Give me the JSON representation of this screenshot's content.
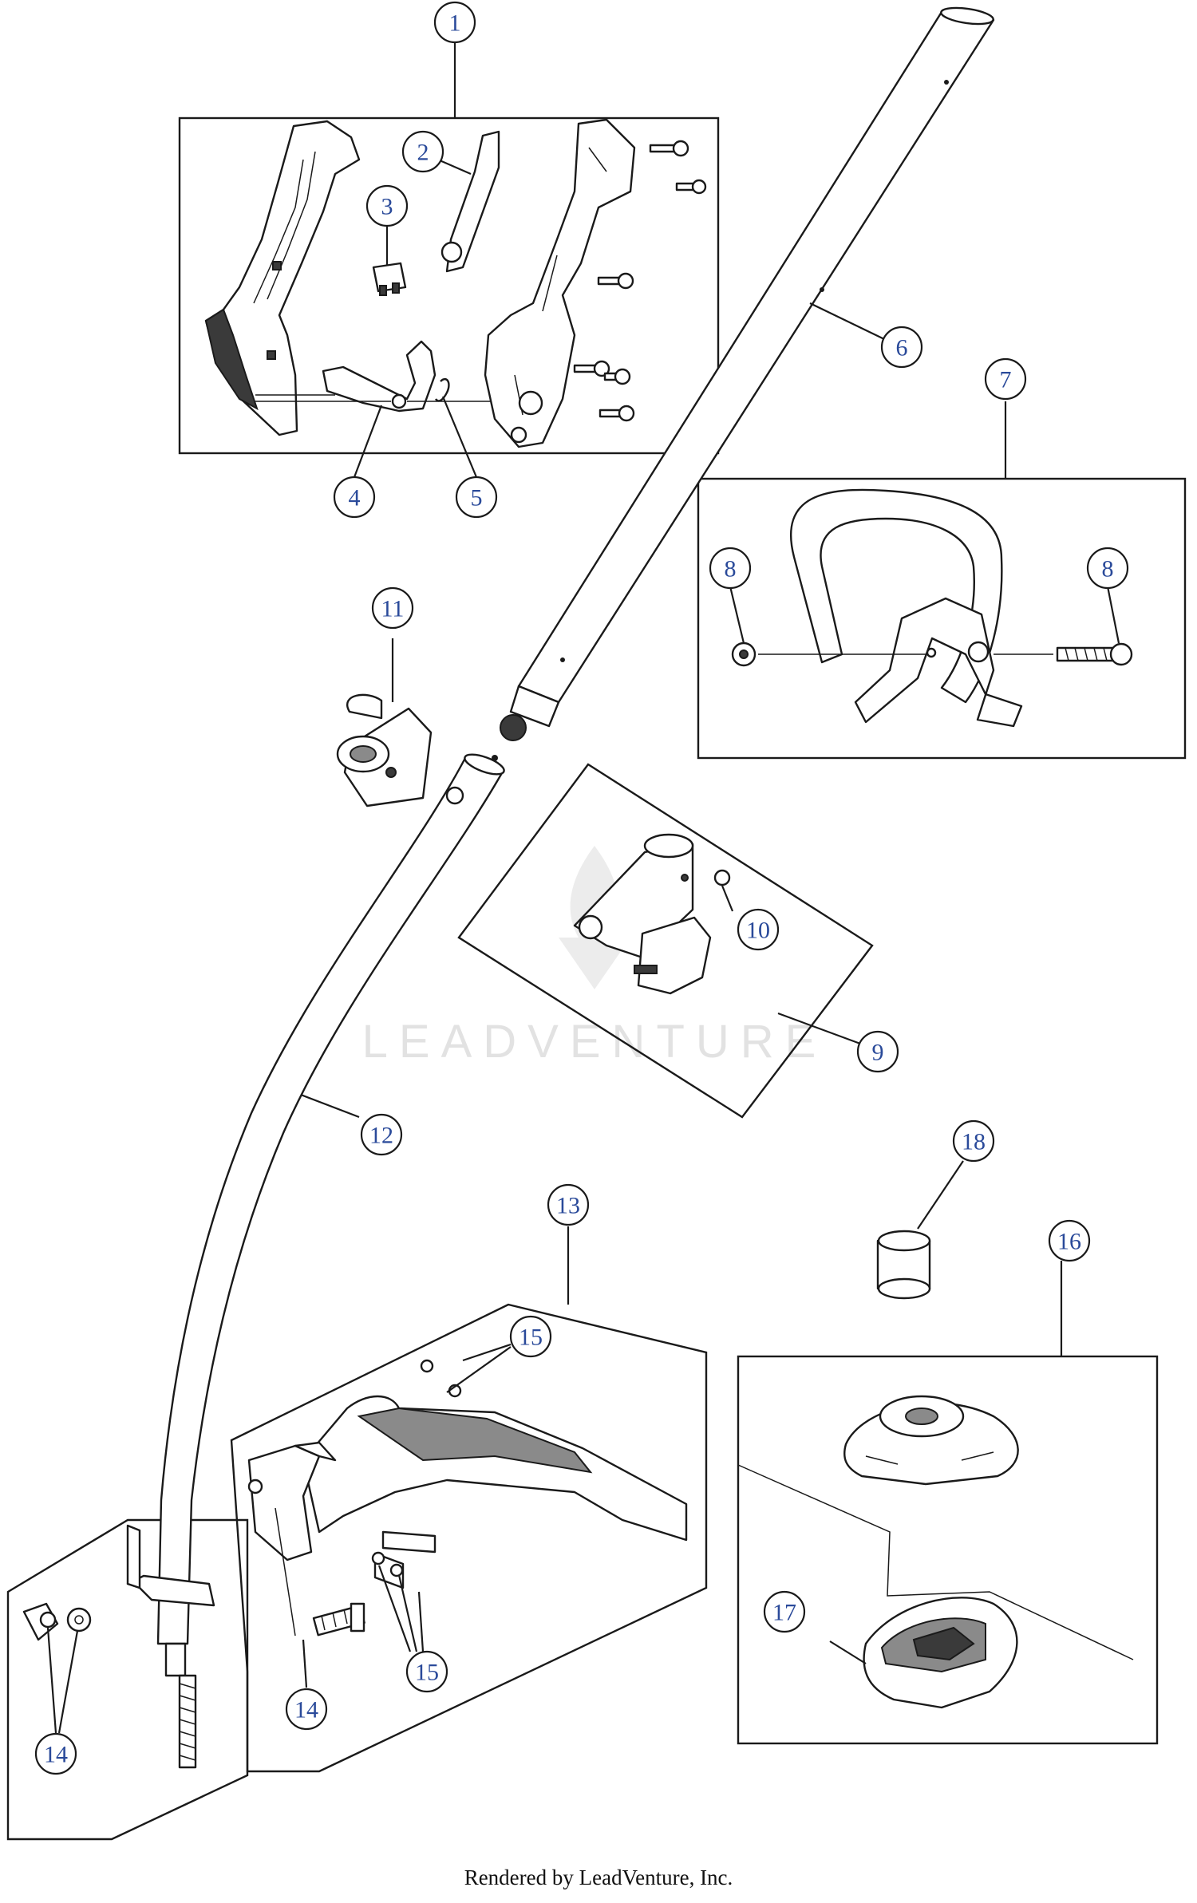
{
  "watermark_text": "LEADVENTURE",
  "footer_text": "Rendered by LeadVenture, Inc.",
  "callouts": [
    "1",
    "2",
    "3",
    "4",
    "5",
    "6",
    "7",
    "8",
    "8",
    "9",
    "10",
    "11",
    "12",
    "13",
    "14",
    "14",
    "15",
    "15",
    "16",
    "17",
    "18"
  ],
  "colors": {
    "callout_text": "#2a4a9a",
    "line": "#1a1a1a",
    "watermark": "#e2e2e2"
  }
}
